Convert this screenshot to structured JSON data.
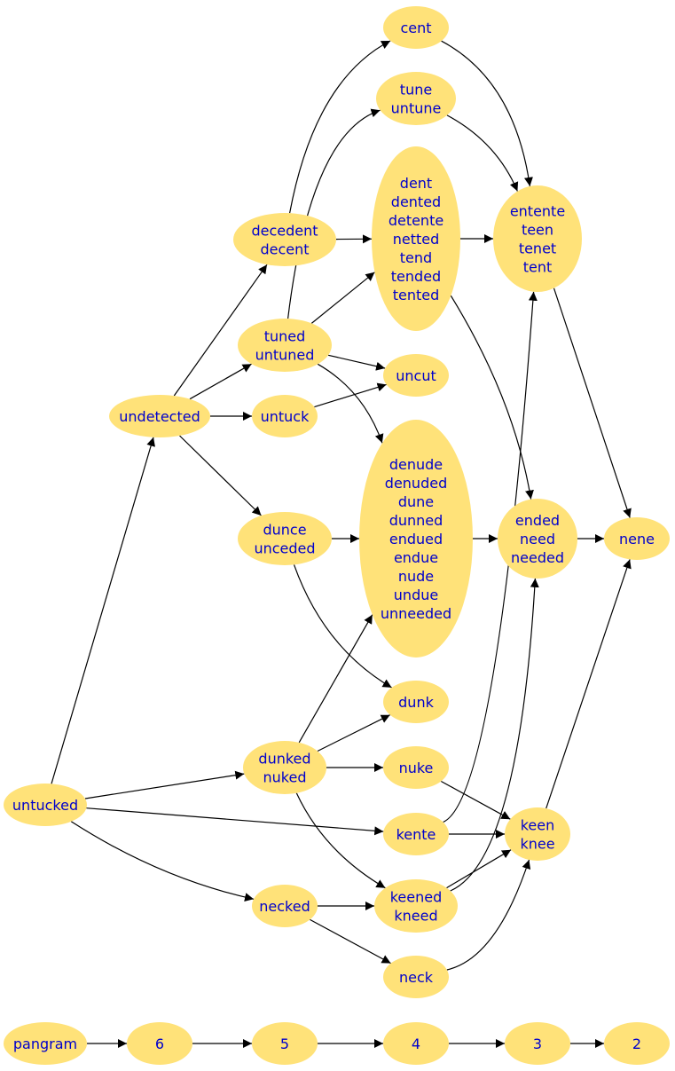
{
  "nodes": {
    "cent": [
      "cent"
    ],
    "tune": [
      "tune",
      "untune"
    ],
    "dent": [
      "dent",
      "dented",
      "detente",
      "netted",
      "tend",
      "tended",
      "tented"
    ],
    "entente": [
      "entente",
      "teen",
      "tenet",
      "tent"
    ],
    "decedent": [
      "decedent",
      "decent"
    ],
    "tuned": [
      "tuned",
      "untuned"
    ],
    "uncut": [
      "uncut"
    ],
    "undetected": [
      "undetected"
    ],
    "untuck": [
      "untuck"
    ],
    "denude": [
      "denude",
      "denuded",
      "dune",
      "dunned",
      "endued",
      "endue",
      "nude",
      "undue",
      "unneeded"
    ],
    "dunce": [
      "dunce",
      "unceded"
    ],
    "ended": [
      "ended",
      "need",
      "needed"
    ],
    "nene": [
      "nene"
    ],
    "dunk": [
      "dunk"
    ],
    "dunked": [
      "dunked",
      "nuked"
    ],
    "nuke": [
      "nuke"
    ],
    "untucked": [
      "untucked"
    ],
    "kente": [
      "kente"
    ],
    "keen": [
      "keen",
      "knee"
    ],
    "necked": [
      "necked"
    ],
    "keened": [
      "keened",
      "kneed"
    ],
    "neck": [
      "neck"
    ],
    "pangram": [
      "pangram"
    ],
    "n6": [
      "6"
    ],
    "n5": [
      "5"
    ],
    "n4": [
      "4"
    ],
    "n3": [
      "3"
    ],
    "n2": [
      "2"
    ]
  },
  "edges": [
    [
      "decedent",
      "cent"
    ],
    [
      "cent",
      "entente"
    ],
    [
      "tuned",
      "tune"
    ],
    [
      "tune",
      "entente"
    ],
    [
      "decedent",
      "dent"
    ],
    [
      "tuned",
      "dent"
    ],
    [
      "dent",
      "entente"
    ],
    [
      "dent",
      "ended"
    ],
    [
      "undetected",
      "decedent"
    ],
    [
      "undetected",
      "tuned"
    ],
    [
      "undetected",
      "untuck"
    ],
    [
      "undetected",
      "dunce"
    ],
    [
      "tuned",
      "uncut"
    ],
    [
      "untuck",
      "uncut"
    ],
    [
      "tuned",
      "denude"
    ],
    [
      "dunce",
      "denude"
    ],
    [
      "dunce",
      "dunk"
    ],
    [
      "denude",
      "ended"
    ],
    [
      "ended",
      "nene"
    ],
    [
      "entente",
      "nene"
    ],
    [
      "dunked",
      "denude"
    ],
    [
      "dunked",
      "dunk"
    ],
    [
      "dunked",
      "nuke"
    ],
    [
      "dunked",
      "keened"
    ],
    [
      "untucked",
      "undetected"
    ],
    [
      "untucked",
      "dunked"
    ],
    [
      "untucked",
      "kente"
    ],
    [
      "untucked",
      "necked"
    ],
    [
      "nuke",
      "keen"
    ],
    [
      "kente",
      "entente"
    ],
    [
      "kente",
      "keen"
    ],
    [
      "keened",
      "ended"
    ],
    [
      "keened",
      "keen"
    ],
    [
      "necked",
      "keened"
    ],
    [
      "necked",
      "neck"
    ],
    [
      "neck",
      "keen"
    ],
    [
      "keen",
      "nene"
    ],
    [
      "pangram",
      "n6"
    ],
    [
      "n6",
      "n5"
    ],
    [
      "n5",
      "n4"
    ],
    [
      "n4",
      "n3"
    ],
    [
      "n3",
      "n2"
    ]
  ]
}
